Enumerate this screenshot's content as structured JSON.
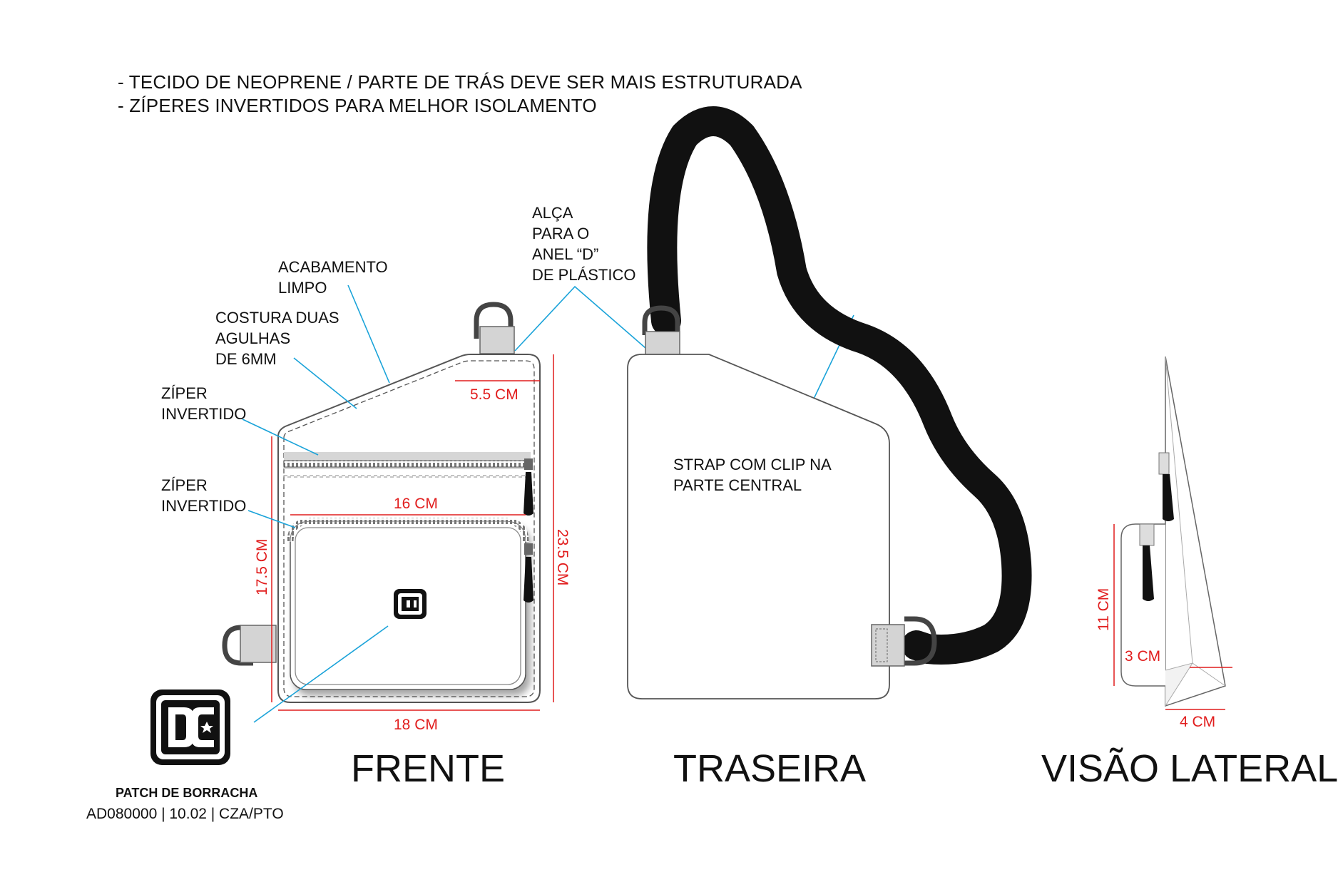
{
  "notes": [
    "- TECIDO DE NEOPRENE / PARTE DE TRÁS DEVE SER MAIS ESTRUTURADA",
    "- ZÍPERES INVERTIDOS PARA MELHOR ISOLAMENTO"
  ],
  "callouts": {
    "alca": [
      "ALÇA",
      "PARA O",
      "ANEL “D”",
      "DE PLÁSTICO"
    ],
    "acabamento": [
      "ACABAMENTO",
      "LIMPO"
    ],
    "costura": [
      "COSTURA DUAS",
      "AGULHAS",
      "DE 6MM"
    ],
    "ziper1": [
      "ZÍPER",
      "INVERTIDO"
    ],
    "ziper2": [
      "ZÍPER",
      "INVERTIDO"
    ],
    "strap": [
      "STRAP COM CLIP NA",
      "PARTE CENTRAL"
    ]
  },
  "dimensions": {
    "top_pocket": "5.5 CM",
    "pocket_width": "16 CM",
    "height": "23.5 CM",
    "pocket_height": "17.5 CM",
    "width": "18 CM",
    "side_height": "11 CM",
    "side_depth": "3 CM",
    "side_width": "4 CM"
  },
  "views": {
    "front": "FRENTE",
    "back": "TRASEIRA",
    "side": "VISÃO LATERAL"
  },
  "patch": {
    "label": "PATCH DE BORRACHA",
    "code": "AD080000 | 10.02 | CZA/PTO"
  },
  "colors": {
    "callout_line": "#1aa3d9",
    "dimension": "#e11d1d",
    "strap": "#111111"
  }
}
